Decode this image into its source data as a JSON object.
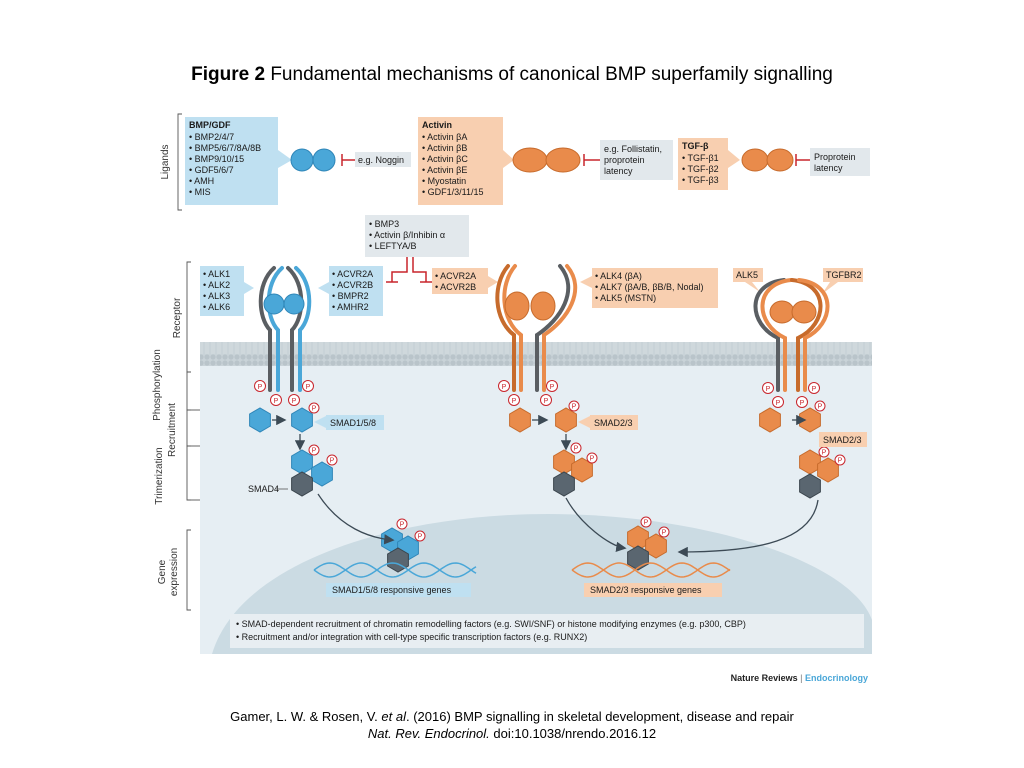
{
  "title": {
    "bold": "Figure 2",
    "rest": " Fundamental mechanisms of canonical BMP superfamily signalling"
  },
  "side_labels": {
    "ligands": "Ligands",
    "receptor": "Receptor",
    "phosphorylation": "Phosphorylation",
    "recruitment": "Recruitment",
    "trimerization": "Trimerization",
    "gene1": "Gene",
    "gene2": "expression"
  },
  "ligand_boxes": {
    "bmp": {
      "title": "BMP/GDF",
      "items": [
        "• BMP2/4/7",
        "• BMP5/6/7/8A/8B",
        "• BMP9/10/15",
        "• GDF5/6/7",
        "• AMH",
        "• MIS"
      ],
      "inhibitor": "e.g. Noggin"
    },
    "activin": {
      "title": "Activin",
      "items": [
        "• Activin βA",
        "• Activin βB",
        "• Activin βC",
        "• Activin βE",
        "• Myostatin",
        "• GDF1/3/11/15"
      ],
      "inhibitor_lines": [
        "e.g. Follistatin,",
        "proprotein",
        "latency"
      ]
    },
    "tgf": {
      "title": "TGF-β",
      "items": [
        "• TGF-β1",
        "• TGF-β2",
        "• TGF-β3"
      ],
      "inhibitor_lines": [
        "Proprotein",
        "latency"
      ]
    }
  },
  "antagonist_box": {
    "items": [
      "• BMP3",
      "• Activin β/Inhibin α",
      "• LEFTYA/B"
    ]
  },
  "receptor_boxes": {
    "bmp_type1": [
      "• ALK1",
      "• ALK2",
      "• ALK3",
      "• ALK6"
    ],
    "bmp_type2": [
      "• ACVR2A",
      "• ACVR2B",
      "• BMPR2",
      "• AMHR2"
    ],
    "activin_type2": [
      "• ACVR2A",
      "• ACVR2B"
    ],
    "activin_type1": [
      "• ALK4 (βA)",
      "• ALK7 (βA/B, βB/B, Nodal)",
      "• ALK5 (MSTN)"
    ],
    "alk5": "ALK5",
    "tgfbr2": "TGFBR2"
  },
  "smad_labels": {
    "smad158": "SMAD1/5/8",
    "smad23_a": "SMAD2/3",
    "smad23_b": "SMAD2/3",
    "smad4": "SMAD4",
    "p": "P"
  },
  "gene_labels": {
    "left": "SMAD1/5/8 responsive genes",
    "right": "SMAD2/3 responsive genes"
  },
  "notes": [
    "• SMAD-dependent recruitment of chromatin remodelling factors (e.g. SWI/SNF) or histone modifying enzymes (e.g. p300, CBP)",
    "• Recruitment and/or integration with cell-type specific transcription factors (e.g. RUNX2)"
  ],
  "publisher": {
    "left": "Nature Reviews",
    "sep": " | ",
    "right": "Endocrinology"
  },
  "citation": {
    "line1_a": "Gamer, L. W. & Rosen, V. ",
    "line1_etal": "et al",
    "line1_b": ". (2016) BMP signalling in skeletal development, disease and repair",
    "line2_journal": "Nat. Rev. Endocrinol.",
    "line2_doi": " doi:10.1038/nrendo.2016.12"
  },
  "colors": {
    "bmp_blue": "#4aa7d8",
    "bmp_box": "#bfe0f1",
    "activin_orange": "#e98b4b",
    "activin_box": "#f8cfb0",
    "smad4_gray": "#5a6670",
    "cell_bg": "#e4ecf1",
    "nucleus": "#cfdde4",
    "inhibit_red": "#c8252c"
  }
}
